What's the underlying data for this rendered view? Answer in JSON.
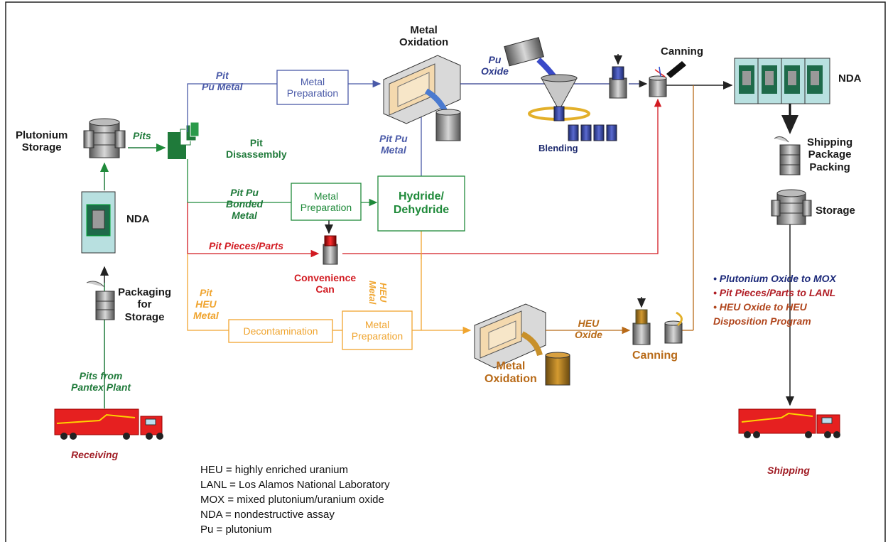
{
  "nodes": {
    "plutonium_storage": "Plutonium\nStorage",
    "pits": "Pits",
    "pit_disassembly": "Pit\nDisassembly",
    "nda_left": "NDA",
    "packaging_for_storage": "Packaging\nfor\nStorage",
    "pits_from_pantex": "Pits from\nPantex Plant",
    "receiving": "Receiving",
    "pit_pu_metal": "Pit\nPu Metal",
    "metal_prep_top": "Metal\nPreparation",
    "metal_oxidation_top": "Metal\nOxidation",
    "pu_oxide": "Pu\nOxide",
    "blending": "Blending",
    "canning_top": "Canning",
    "nda_right": "NDA",
    "pit_pu_metal_vertical": "Pit Pu\nMetal",
    "pit_pu_bonded_metal": "Pit Pu\nBonded\nMetal",
    "metal_prep_mid": "Metal\nPreparation",
    "hydride_dehydride": "Hydride/\nDehydride",
    "pit_pieces_parts": "Pit Pieces/Parts",
    "convenience_can": "Convenience\nCan",
    "heu_metal_vertical": "HEU\nMetal",
    "pit_heu_metal": "Pit\nHEU\nMetal",
    "decontamination": "Decontamination",
    "metal_prep_bottom": "Metal\nPreparation",
    "metal_oxidation_bottom": "Metal\nOxidation",
    "heu_oxide": "HEU\nOxide",
    "canning_bottom": "Canning",
    "shipping_package_packing": "Shipping\nPackage\nPacking",
    "storage_right": "Storage",
    "shipping": "Shipping"
  },
  "destinations": [
    {
      "text": "Plutonium Oxide to MOX",
      "color": "#1d2a7a"
    },
    {
      "text": "Pit Pieces/Parts to LANL",
      "color": "#b01c24"
    },
    {
      "text": "HEU Oxide to HEU\nDisposition Program",
      "color": "#b0451c"
    }
  ],
  "legend": [
    "HEU = highly enriched uranium",
    "LANL = Los Alamos National Laboratory",
    "MOX = mixed plutonium/uranium oxide",
    "NDA = nondestructive assay",
    "Pu = plutonium"
  ],
  "colors": {
    "pu_metal": "#4a5aa8",
    "bonded": "#1f8a3a",
    "parts": "#d21b22",
    "heu": "#f0a530",
    "heu_oxide": "#b86a18",
    "main": "#222222"
  }
}
